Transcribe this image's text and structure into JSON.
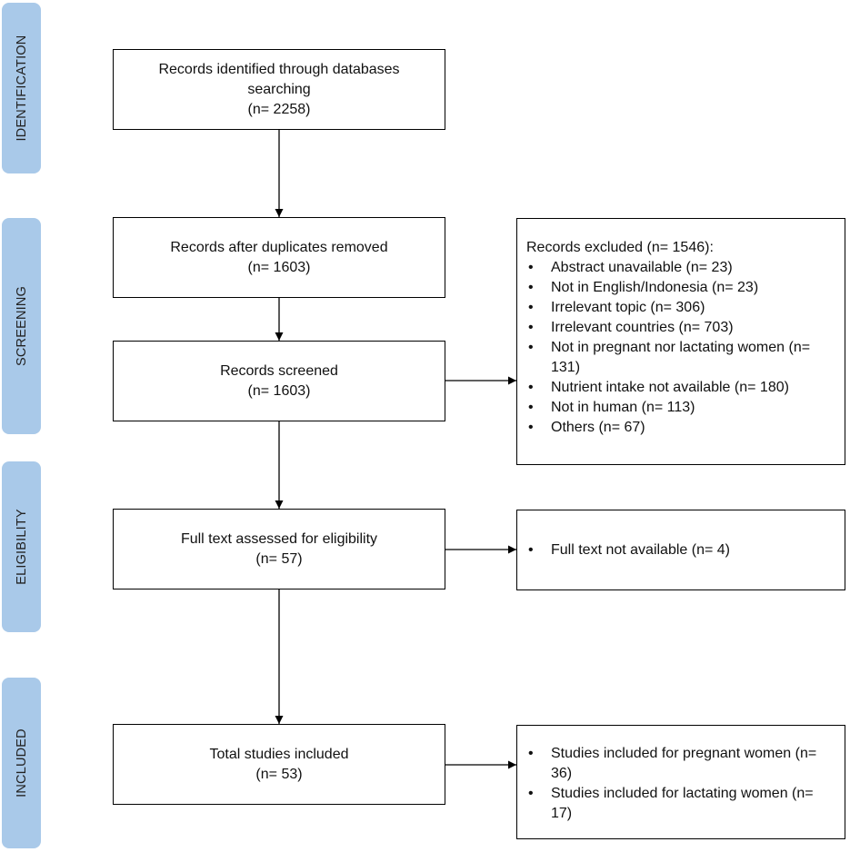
{
  "stages": {
    "identification": "IDENTIFICATION",
    "screening": "SCREENING",
    "eligibility": "ELIGIBILITY",
    "included": "INCLUDED"
  },
  "boxes": {
    "identified": {
      "line1": "Records identified through databases",
      "line2": "searching",
      "count": "(n= 2258)"
    },
    "duplicates_removed": {
      "line1": "Records after duplicates removed",
      "count": "(n= 1603)"
    },
    "screened": {
      "line1": "Records screened",
      "count": "(n= 1603)"
    },
    "full_text": {
      "line1": "Full text assessed for eligibility",
      "count": "(n= 57)"
    },
    "total_included": {
      "line1": "Total studies included",
      "count": "(n= 53)"
    }
  },
  "excluded": {
    "header": "Records excluded (n= 1546):",
    "items": [
      "Abstract unavailable (n= 23)",
      "Not in English/Indonesia (n= 23)",
      "Irrelevant topic (n= 306)",
      "Irrelevant countries (n= 703)",
      "Not in pregnant nor lactating women (n= 131)",
      "Nutrient intake not available (n= 180)",
      "Not in human (n= 113)",
      "Others (n= 67)"
    ]
  },
  "full_text_excluded": {
    "items": [
      "Full text not available (n= 4)"
    ]
  },
  "included_breakdown": {
    "items": [
      "Studies included for pregnant women (n= 36)",
      "Studies included for lactating women (n= 17)"
    ]
  }
}
